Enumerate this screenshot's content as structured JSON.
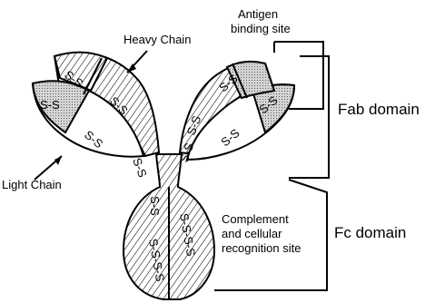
{
  "labels": {
    "heavy_chain": "Heavy Chain",
    "light_chain": "Light Chain",
    "antigen_line1": "Antigen",
    "antigen_line2": "binding site",
    "fab_domain": "Fab domain",
    "fc_domain": "Fc domain",
    "complement_line1": "Complement",
    "complement_line2": "and cellular",
    "complement_line3": "recognition site"
  },
  "disulfide_bond": "S-S",
  "disulfide_vertical": "S-S-S-S"
}
